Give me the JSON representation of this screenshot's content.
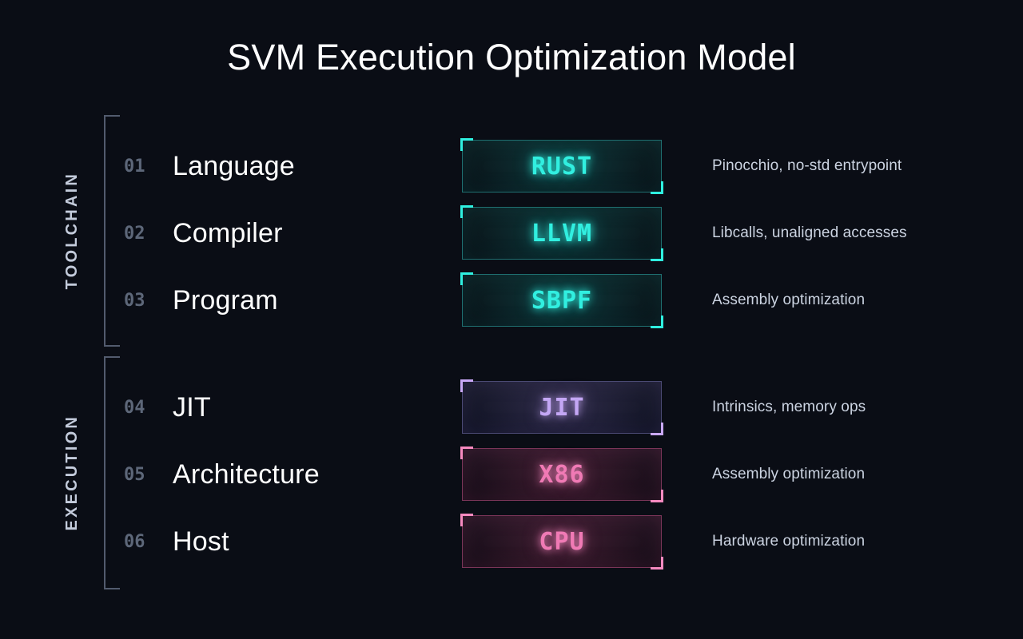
{
  "slide": {
    "title": "SVM Execution Optimization Model",
    "background_color": "#0a0d15"
  },
  "groups": [
    {
      "label": "TOOLCHAIN",
      "accent_color": "#2ff0e0",
      "rows": [
        {
          "number": "01",
          "name": "Language",
          "chip": "RUST",
          "chip_style": "teal",
          "description": "Pinocchio, no-std entrypoint"
        },
        {
          "number": "02",
          "name": "Compiler",
          "chip": "LLVM",
          "chip_style": "teal",
          "description": "Libcalls, unaligned accesses"
        },
        {
          "number": "03",
          "name": "Program",
          "chip": "SBPF",
          "chip_style": "teal",
          "description": "Assembly optimization"
        }
      ]
    },
    {
      "label": "EXECUTION",
      "accent_color": "#f78ac0",
      "rows": [
        {
          "number": "04",
          "name": "JIT",
          "chip": "JIT",
          "chip_style": "purple",
          "description": "Intrinsics, memory ops"
        },
        {
          "number": "05",
          "name": "Architecture",
          "chip": "X86",
          "chip_style": "pink",
          "description": "Assembly optimization"
        },
        {
          "number": "06",
          "name": "Host",
          "chip": "CPU",
          "chip_style": "pink",
          "description": "Hardware optimization"
        }
      ]
    }
  ]
}
